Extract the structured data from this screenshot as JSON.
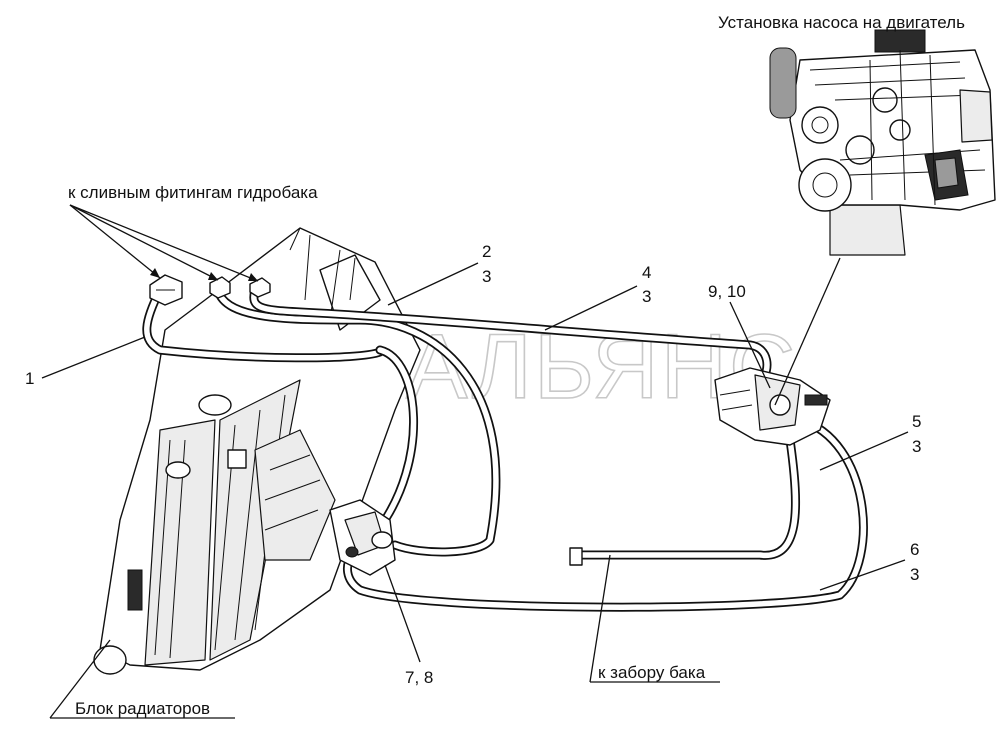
{
  "title": "Установка насоса на двигатель",
  "watermark": "АВТОАЛЬЯНС",
  "labels": {
    "drain_fittings": "к сливным фитингам гидробака",
    "radiator_block": "Блок радиаторов",
    "tank_intake": "к забору бака"
  },
  "callouts": [
    {
      "id": "1",
      "text": "1"
    },
    {
      "id": "2",
      "text": "2"
    },
    {
      "id": "2-3",
      "text": "3"
    },
    {
      "id": "4",
      "text": "4"
    },
    {
      "id": "4-3",
      "text": "3"
    },
    {
      "id": "9-10",
      "text": "9, 10"
    },
    {
      "id": "5",
      "text": "5"
    },
    {
      "id": "5-3",
      "text": "3"
    },
    {
      "id": "6",
      "text": "6"
    },
    {
      "id": "6-3",
      "text": "3"
    },
    {
      "id": "7-8",
      "text": "7, 8"
    }
  ]
}
